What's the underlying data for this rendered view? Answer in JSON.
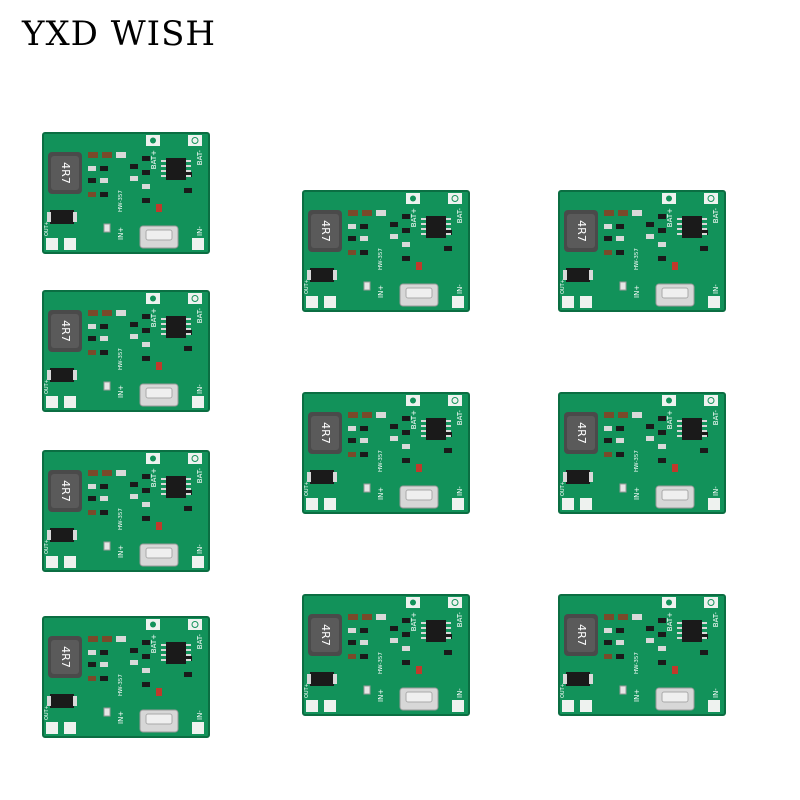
{
  "brand": {
    "text": "YXD WISH"
  },
  "boards": [
    {
      "id": "board-1"
    },
    {
      "id": "board-2"
    },
    {
      "id": "board-3"
    },
    {
      "id": "board-4"
    },
    {
      "id": "board-5"
    },
    {
      "id": "board-6"
    },
    {
      "id": "board-7"
    },
    {
      "id": "board-8"
    },
    {
      "id": "board-9"
    },
    {
      "id": "board-10"
    }
  ],
  "silkscreen": {
    "bat_plus": "BAT+",
    "bat_minus": "BAT-",
    "in_plus": "IN+",
    "in_minus": "IN-",
    "model": "HW-357",
    "out_plus": "OUT+",
    "inductor": "4R7"
  },
  "colors": {
    "pcb": "#12925a",
    "pcb_edge": "#0b6e42",
    "pad": "#eef2ef",
    "chip": "#1a1a1a",
    "inductor": "#4a4a4a"
  }
}
